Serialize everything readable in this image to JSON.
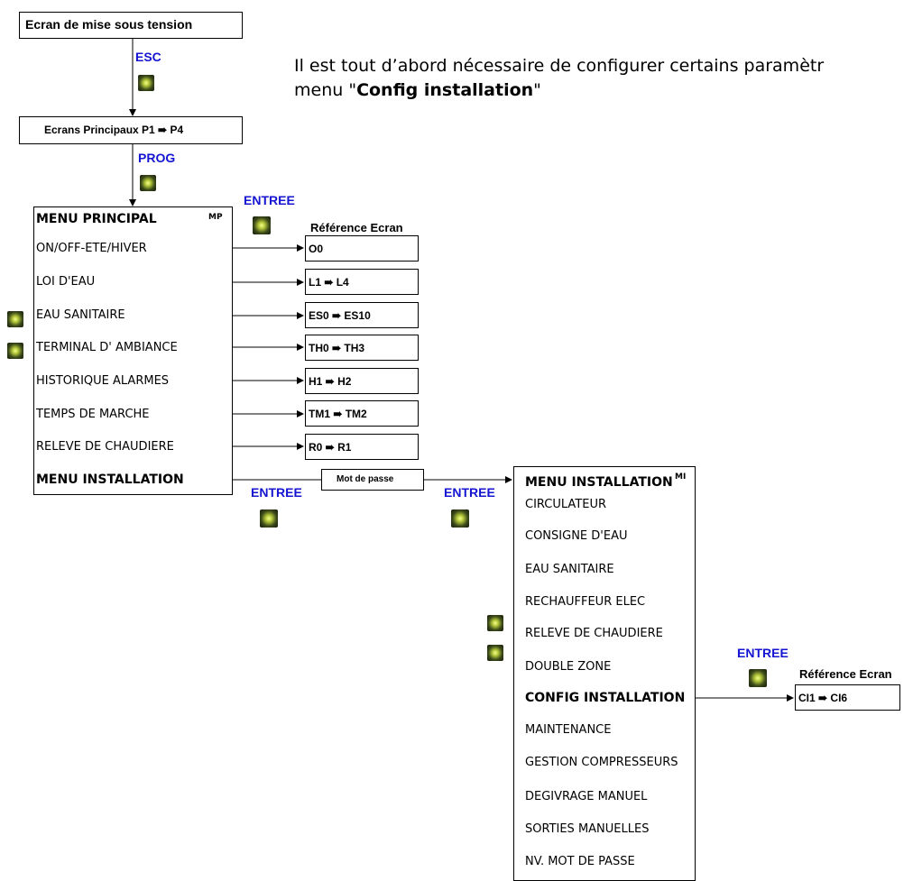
{
  "power_on_screen": "Ecran de mise sous tension",
  "main_screens": "Ecrans Principaux P1 ➠ P4",
  "keys": {
    "esc": "ESC",
    "prog": "PROG",
    "entree": "ENTREE"
  },
  "intro": {
    "line1": "Il est tout d’abord nécessaire de configurer certains paramètr",
    "line2_prefix": "menu \"",
    "line2_bold": "Config installation",
    "line2_suffix": "\""
  },
  "menu_principal": {
    "title": "MENU PRINCIPAL",
    "code": "MP",
    "items": [
      "ON/OFF-ETE/HIVER",
      "LOI D'EAU",
      "EAU SANITAIRE",
      "TERMINAL D' AMBIANCE",
      "HISTORIQUE ALARMES",
      "TEMPS DE MARCHE",
      "RELEVE DE CHAUDIERE"
    ],
    "last_item": "MENU INSTALLATION"
  },
  "reference_title": "Référence Ecran",
  "references": [
    "O0",
    "L1 ➠ L4",
    "ES0 ➠ ES10",
    "TH0 ➠ TH3",
    "H1 ➠ H2",
    "TM1 ➠ TM2",
    "R0 ➠ R1"
  ],
  "password_label": "Mot de passe",
  "menu_installation": {
    "title": "MENU INSTALLATION",
    "code": "MI",
    "items": [
      "CIRCULATEUR",
      "CONSIGNE D'EAU",
      "EAU SANITAIRE",
      "RECHAUFFEUR ELEC",
      "RELEVE DE CHAUDIERE",
      "DOUBLE ZONE",
      "CONFIG INSTALLATION",
      "MAINTENANCE",
      "GESTION COMPRESSEURS",
      "DEGIVRAGE MANUEL",
      "SORTIES MANUELLES",
      "NV. MOT DE PASSE"
    ]
  },
  "config_reference": "CI1 ➠ CI6"
}
